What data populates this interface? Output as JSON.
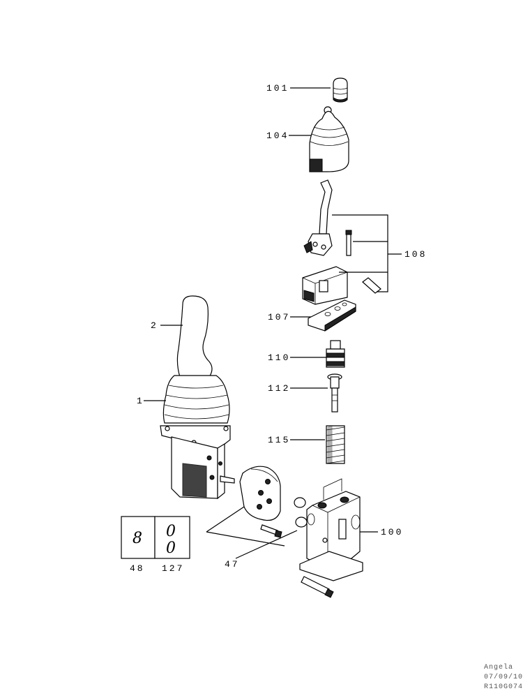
{
  "callouts": {
    "c101": "101",
    "c104": "104",
    "c108": "108",
    "c107": "107",
    "c110": "110",
    "c112": "112",
    "c115": "115",
    "c2": "2",
    "c1": "1",
    "c100": "100",
    "c47": "47",
    "c48": "48",
    "c127": "127"
  },
  "kit_box": {
    "left_glyph": "8",
    "right_glyph_top": "0",
    "right_glyph_bottom": "0"
  },
  "stamp": {
    "author": "Angela",
    "date": "07/09/10",
    "code": "R110G074"
  }
}
